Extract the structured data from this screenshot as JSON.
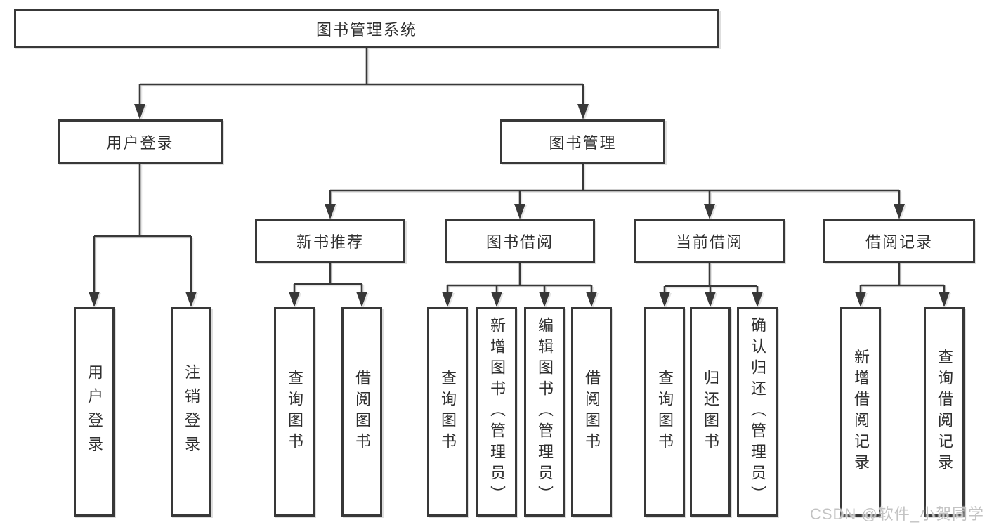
{
  "watermark": "CSDN @软件_小贺同学",
  "colors": {
    "line": "#383838",
    "box_border": "#383838",
    "box_background": "#ffffff",
    "text": "#2f2f2f",
    "watermark": "#c3c3c3"
  },
  "tree": {
    "label": "图书管理系统",
    "children": [
      {
        "label": "用户登录",
        "children": [
          {
            "label": "用户登录"
          },
          {
            "label": "注销登录"
          }
        ]
      },
      {
        "label": "图书管理",
        "children": [
          {
            "label": "新书推荐",
            "children": [
              {
                "label": "查询图书"
              },
              {
                "label": "借阅图书"
              }
            ]
          },
          {
            "label": "图书借阅",
            "children": [
              {
                "label": "查询图书"
              },
              {
                "label": "新增图书（管理员）"
              },
              {
                "label": "编辑图书（管理员）"
              },
              {
                "label": "借阅图书"
              }
            ]
          },
          {
            "label": "当前借阅",
            "children": [
              {
                "label": "查询图书"
              },
              {
                "label": "归还图书"
              },
              {
                "label": "确认归还（管理员）"
              }
            ]
          },
          {
            "label": "借阅记录",
            "children": [
              {
                "label": "新增借阅记录"
              },
              {
                "label": "查询借阅记录"
              }
            ]
          }
        ]
      }
    ]
  }
}
